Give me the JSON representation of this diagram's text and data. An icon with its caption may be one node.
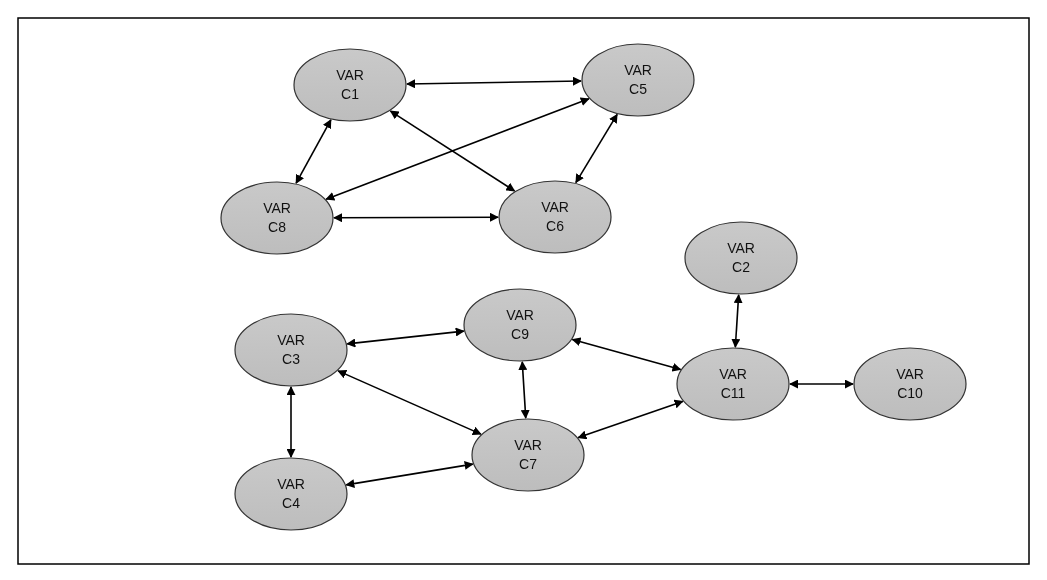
{
  "diagram": {
    "nodes": [
      {
        "text": [
          "VAR C1"
        ]
      },
      {
        "text": [
          "VAR C5"
        ]
      },
      {
        "text": [
          "VAR C8"
        ]
      },
      {
        "text": [
          "VAR C6"
        ]
      },
      {
        "text": [
          "VAR C2"
        ]
      },
      {
        "text": [
          "VAR C3"
        ]
      },
      {
        "text": [
          "VAR C9"
        ]
      },
      {
        "text": [
          "VAR C11"
        ]
      },
      {
        "text": [
          "VAR C10"
        ]
      },
      {
        "text": [
          "VAR C7"
        ]
      },
      {
        "text": [
          "VAR C4"
        ]
      }
    ],
    "edges": [
      {
        "from": 0,
        "to": 1,
        "arrow": "both"
      },
      {
        "from": 0,
        "to": 2,
        "arrow": "both"
      },
      {
        "from": 0,
        "to": 3,
        "arrow": "both"
      },
      {
        "from": 1,
        "to": 2,
        "arrow": "both"
      },
      {
        "from": 1,
        "to": 3,
        "arrow": "both"
      },
      {
        "from": 2,
        "to": 3,
        "arrow": "both"
      },
      {
        "from": 4,
        "to": 7,
        "arrow": "both"
      },
      {
        "from": 5,
        "to": 6,
        "arrow": "both"
      },
      {
        "from": 6,
        "to": 7,
        "arrow": "both"
      },
      {
        "from": 7,
        "to": 8,
        "arrow": "both"
      },
      {
        "from": 5,
        "to": 9,
        "arrow": "both"
      },
      {
        "from": 6,
        "to": 9,
        "arrow": "both"
      },
      {
        "from": 7,
        "to": 9,
        "arrow": "both"
      },
      {
        "from": 5,
        "to": 10,
        "arrow": "both"
      },
      {
        "from": 10,
        "to": 9,
        "arrow": "both"
      }
    ]
  }
}
